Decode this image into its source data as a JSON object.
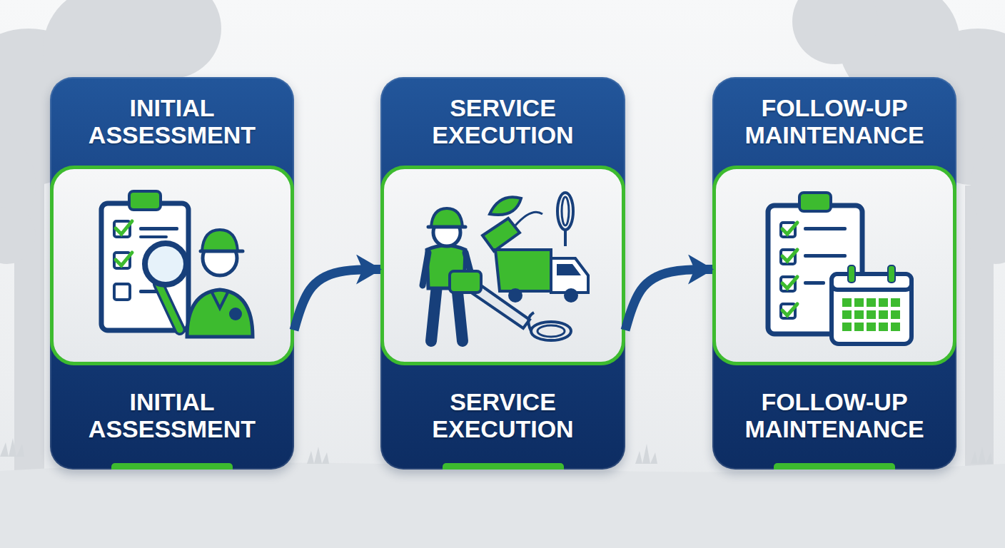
{
  "diagram": {
    "nodes": [
      {
        "text": [
          "INITIAL ASSESSMENT",
          "INITIAL ASSESSMENT"
        ]
      },
      {
        "text": [
          "SERVICE EXECUTION",
          "SERVICE EXECUTION"
        ]
      },
      {
        "text": [
          "FOLLOW-UP MAINTENANCE",
          "FOLLOW-UP MAINTENANCE"
        ]
      }
    ],
    "edges": [
      {
        "from": 0,
        "to": 1,
        "arrow": "to"
      },
      {
        "from": 1,
        "to": 2,
        "arrow": "to"
      }
    ]
  }
}
